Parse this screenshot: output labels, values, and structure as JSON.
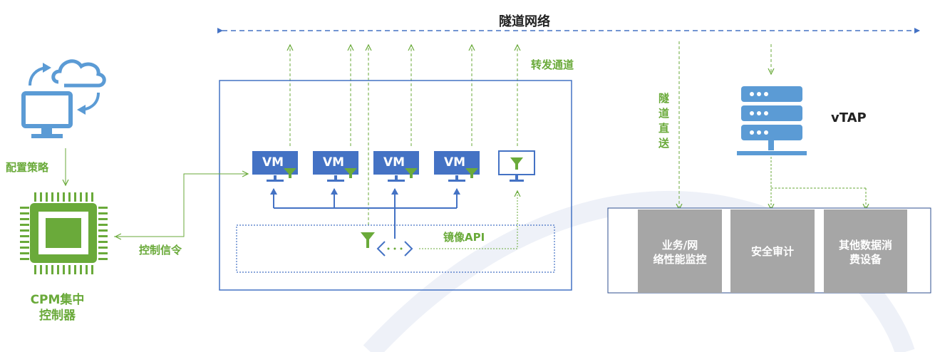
{
  "title": "隧道网络",
  "labels": {
    "forward_channel": "转发通道",
    "config_policy": "配置策略",
    "control_signal": "控制信令",
    "mirror_api": "镜像API",
    "cpm": [
      "CPM集中",
      "控制器"
    ],
    "vtap": "vTAP",
    "tunnel_direct": [
      "隧",
      "道",
      "直",
      "送"
    ]
  },
  "vms": [
    "VM",
    "VM",
    "VM",
    "VM"
  ],
  "consumers": [
    [
      "业务/网",
      "络性能监控"
    ],
    [
      "安全审计"
    ],
    [
      "其他数据消",
      "费设备"
    ]
  ],
  "icons": [
    "cloud-sync-icon",
    "chip-icon",
    "server-icon",
    "monitor-filter-icon",
    "filter-icon",
    "api-icon"
  ],
  "colors": {
    "blue": "#4472c4",
    "green": "#6aaa3a",
    "icon_blue": "#5b9bd5",
    "grey_box": "#a6a6a6",
    "dark_text": "#222222"
  }
}
